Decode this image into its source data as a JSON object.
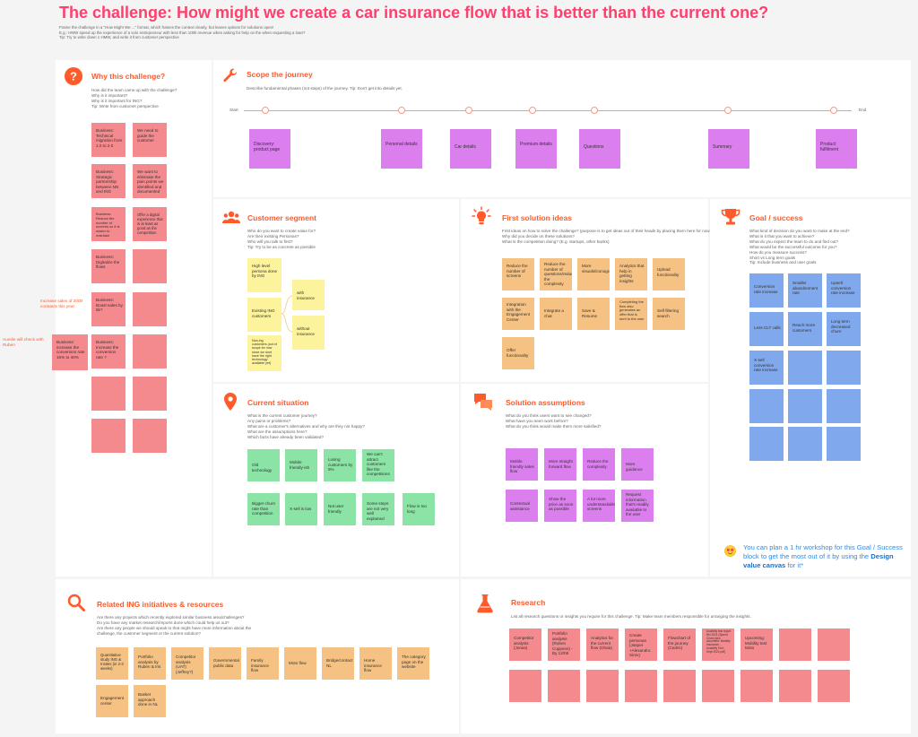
{
  "header": {
    "title": "The challenge: How might we create a car insurance flow that is better than the current one?",
    "lines": [
      "Frame the challenge in a \"How Might We ...\" format, which frames the context clearly, but leaves options for solutions open!",
      "E.g.: HMW speed up the experience of a solo entrepreneur with less than 100k revenue when asking for help on the when requesting a loan?",
      "Tip: Try to write down 1 HMW, and write it from customer perspective"
    ]
  },
  "why": {
    "title": "Why this challenge?",
    "desc": [
      "How did the team came up with the challenge?",
      "Why is it important?",
      "Why is it important for ING?",
      "Tip: Write from customer perspective"
    ],
    "stickies": [
      "Business: Technical migration from 1.0 to 2.0",
      "We need to guide the customer",
      "Business: Strategic partnership between NN and ING",
      "We want to eliminate the pain points we identified and documented",
      "Business: Reduce the number of screens so it is easier to maintain",
      "Offer a digital experience that is at least as good as the competition",
      "Business: Digitalize the flows",
      "Business: Boost sales by 5k?",
      "Business: Increase the conversion rate ?",
      "Business: increase the conversion rate 16% to 40%"
    ],
    "note1": "Increase sales of 2000 contracts this year",
    "note2": "Aurelie will check with Ruben"
  },
  "scope": {
    "title": "Scope the journey",
    "desc": "Describe fundamental phases (not steps) of the journey. Tip: Don't get into details yet.",
    "start": "Start",
    "end": "End",
    "phases": [
      "Discovery: product page",
      "Personal details",
      "Car details",
      "Premium details",
      "Questions",
      "Summary",
      "Product fulfilment"
    ]
  },
  "customer": {
    "title": "Customer segment",
    "desc": [
      "Who do you want to create value for?",
      "Are their existing Personas?",
      "Who will you talk to first?",
      "Tip: Try to be as concrete as possible"
    ],
    "stickies": [
      "High level persona done by ING",
      "Existing ING customers",
      "with insurance",
      "without insurance",
      "Non-ing customers (out of scope for now since we dont have the right technology available yet)"
    ]
  },
  "first": {
    "title": "First solution ideas",
    "desc": [
      "First ideas on how to solve the challenge? (purpose is to get ideas out of their heads by placing them here for now)",
      "Why did you decide on these solutions?",
      "What is the competition doing? (E.g. startups, other banks)"
    ],
    "stickies": [
      "Reduce the number of screens",
      "Reduce the number of questions/reduce the complexity",
      "More visuals/iconography",
      "Analytics that help in getting insights",
      "Upload functionality",
      "Integration with the Engagement Center",
      "Integrate a chat",
      "Save & Resume",
      "Completing the flow also generates an offer that is sent to the user",
      "Self filtering search",
      "Offer functionality"
    ]
  },
  "goal": {
    "title": "Goal / success",
    "desc": [
      "What kind of decision do you want to make at the end?",
      "What is it that you want to achieve?",
      "What do you expect the team to do and find out?",
      "What would be the successful outcome for you?",
      "How do you measure success?",
      "Short vs Long term goals",
      "Tip: Include business and user goals"
    ],
    "stickies": [
      "Conversion rate increase",
      "Smaller abandonment rate",
      "Upsell conversion rate increase",
      "Less CLT calls",
      "Reach more customers",
      "Long term decreased churn",
      "X-sell conversion rate increase"
    ],
    "workshop_text": "You can plan a 1 hr workshop for this Goal / Success block to get the most out of it by using the",
    "workshop_link": "Design value canvas",
    "workshop_tail": "for it*"
  },
  "current": {
    "title": "Current situation",
    "desc": [
      "What is the current customer journey?",
      "Any pains or problems?",
      "What are a customer's alternatives and why are they not happy?",
      "What are the assumptions here?",
      "Which facts have already been validated?"
    ],
    "stickies": [
      "Old technology",
      "Mobile friendly-ish",
      "Losing customers by 5%",
      "We can't attract customers like the competitions",
      "Bigger churn rate than competition",
      "X-sell is low",
      "Not user friendly",
      "Some steps are not very well explained",
      "Flow is too long"
    ]
  },
  "assumptions": {
    "title": "Solution assumptions",
    "desc": [
      "What do you think users want to see changed?",
      "What have you seen work before?",
      "What do you think would make them more satisfied?"
    ],
    "stickies": [
      "Mobile friendly sales flow",
      "More straight forward flow",
      "Reduce the complexity",
      "More guidance",
      "Contextual assistance",
      "Show the price as soon as possible",
      "A lot more understandable screens",
      "Request information that's readily available to the user"
    ]
  },
  "related": {
    "title": "Related ING initiatives & resources",
    "desc": [
      "Are there any projects which recently explored similar business area/challenges?",
      "Do you have any market research/reports done which could help us out?",
      "Are there any people we should speak to that might have more information about the",
      "challenge, the customer segment or the current solution?"
    ],
    "stickies": [
      "Quantitative study ING & Insites (in 2-3 weeks)",
      "Portfolio analysis by Ruben & Iris",
      "Competitor analysis (UAT) (Jeffrey?)",
      "Governmental public data",
      "Family insurance flow",
      "Moto flow",
      "Bridge/contact NL",
      "Home insurance flow",
      "The category page on the website",
      "Engagement center",
      "Basket approach done in NL"
    ]
  },
  "research": {
    "title": "Research",
    "desc": "List all research questions or insights you require for this challenge. Tip: Make team members responsible for arranging the insights.",
    "stickies": [
      "Competitor analysis (Jonas)",
      "Portfolio analysis (Ruben Cuppens) - By 12/08",
      "Analytics for the current flow (Olivia)",
      "Create personas (Jasper +Alexandru Sirov)",
      "Flowchart of the journey (Cedric)",
      "Usability test report NN 2021 (Sjoerd Chan) [see document: Mobility Insurance - Usability Test - Sept 2021.pdf]",
      "Upcoming: Mobility test Moto"
    ]
  },
  "colors": {
    "accent": "#ff3f6e",
    "orange": "#ff5a2a",
    "pink": "#f48a8e",
    "purple": "#dc7fee",
    "green": "#8be3a5",
    "blue": "#80a8ec",
    "sticky_orange": "#f5c284",
    "yellow": "#fdf39c"
  }
}
